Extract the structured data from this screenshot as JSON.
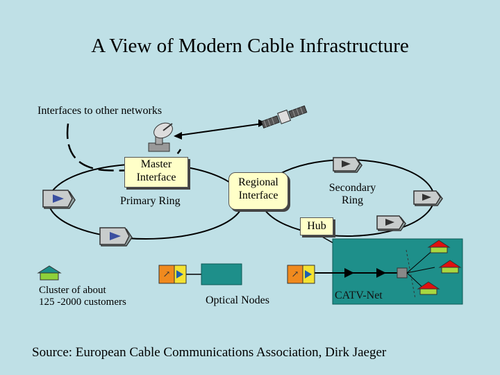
{
  "title": "A View of Modern Cable Infrastructure",
  "labels": {
    "interfaces": "Interfaces to other networks",
    "master_interface": [
      "Master",
      "Interface"
    ],
    "primary_ring": "Primary Ring",
    "regional_interface": [
      "Regional",
      "Interface"
    ],
    "secondary_ring": [
      "Secondary",
      "Ring"
    ],
    "hub": "Hub",
    "cluster": [
      "Cluster of about",
      "125 -2000 customers"
    ],
    "optical_nodes": "Optical Nodes",
    "catv_net": "CATV-Net",
    "source": "Source: European Cable Communications Association, Dirk Jaeger"
  },
  "colors": {
    "background": "#bfe0e6",
    "ring": "#000000",
    "hub_box": "#ffffc8",
    "catv_panel": "#1e8f8a",
    "house_roof": "#e01010",
    "house_body": "#a8d840",
    "node_orange": "#f08a1e",
    "node_yellow": "#f4e232",
    "cluster_roof": "#1e8f8a",
    "cluster_body": "#8fd13a",
    "router_icon": "#4a5fa8"
  },
  "icons": [
    "satellite-dish-icon",
    "satellite-icon",
    "router-icon",
    "house-icon",
    "optical-node-icon",
    "splitter-icon"
  ]
}
